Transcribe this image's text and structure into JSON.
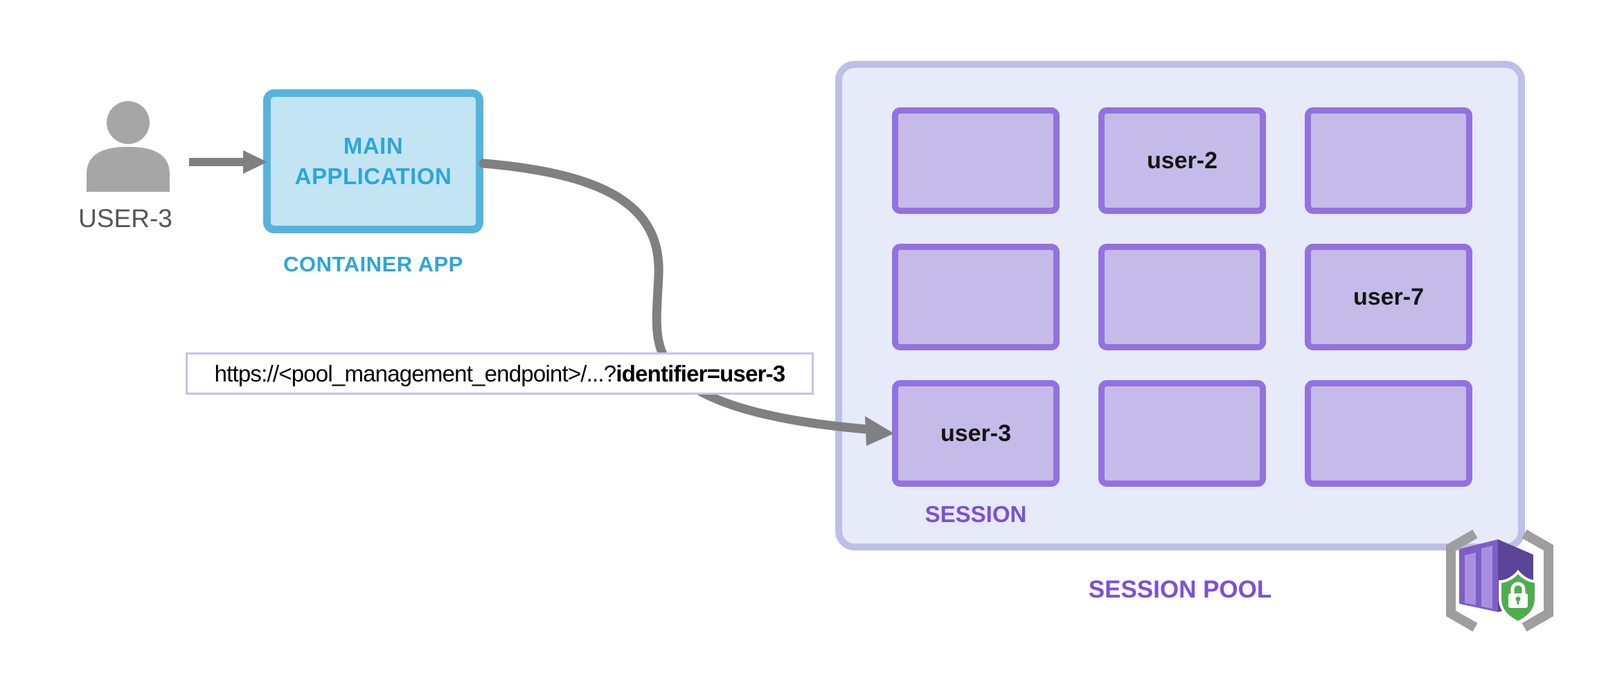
{
  "user": {
    "label": "USER-3"
  },
  "container_app": {
    "name": "MAIN APPLICATION",
    "caption": "CONTAINER APP"
  },
  "request": {
    "url_plain": "https://<pool_management_endpoint>/...?",
    "url_bold": "identifier=user-3"
  },
  "session_pool": {
    "caption": "SESSION POOL",
    "session_label": "SESSION",
    "sessions": [
      {
        "label": ""
      },
      {
        "label": "user-2"
      },
      {
        "label": ""
      },
      {
        "label": ""
      },
      {
        "label": ""
      },
      {
        "label": "user-7"
      },
      {
        "label": "user-3"
      },
      {
        "label": ""
      },
      {
        "label": ""
      }
    ]
  },
  "colors": {
    "app_border": "#55b4dc",
    "app_fill": "#c3e4f2",
    "app_text": "#2ca6da",
    "pool_fill": "#e7eaf9",
    "pool_border": "#bcc0e8",
    "tile_fill": "#c4bbe9",
    "tile_border": "#9272e0",
    "purple_text": "#7b50d8",
    "arrow_gray": "#808080",
    "person_gray": "#a6a6a6",
    "user_text": "#555555",
    "url_border": "#c6c3ea",
    "shield_green": "#4fae4c",
    "cube_purple": "#7e5ec4"
  }
}
